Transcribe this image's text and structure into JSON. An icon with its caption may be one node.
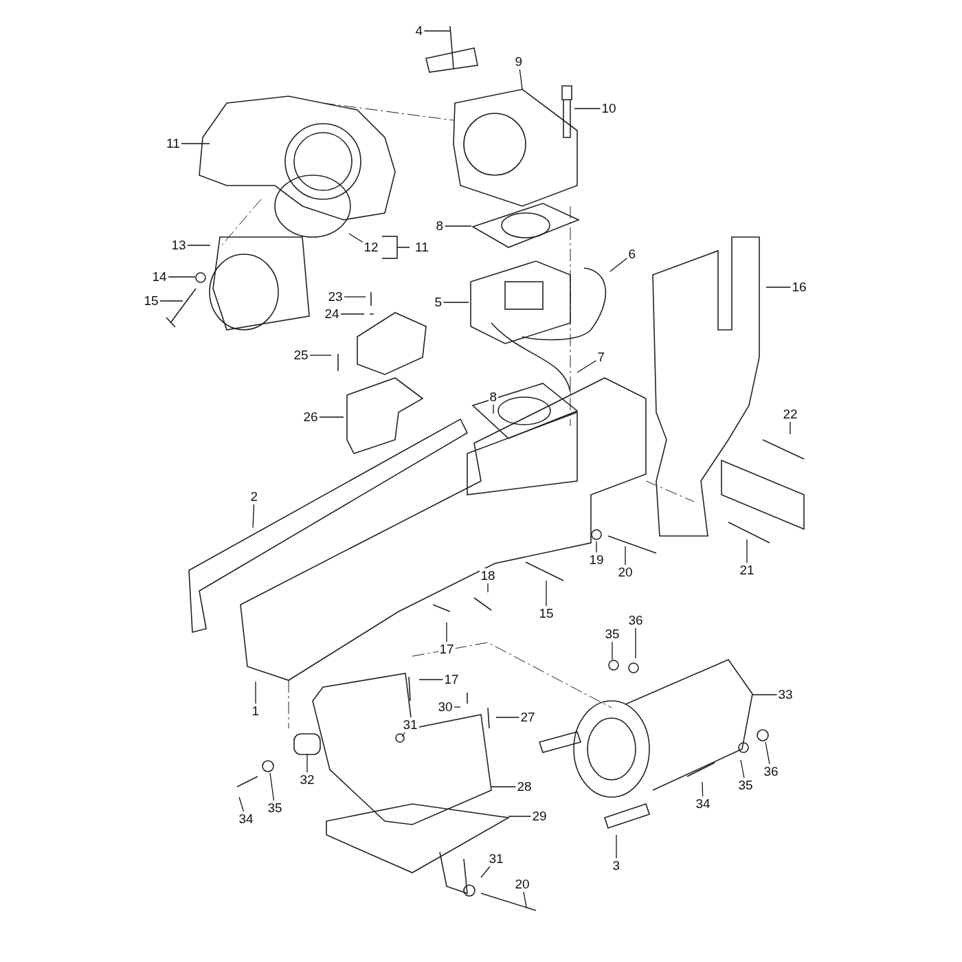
{
  "diagram": {
    "nodes": [
      {
        "text": [
          "4"
        ]
      },
      {
        "text": [
          "9"
        ]
      },
      {
        "text": [
          "10"
        ]
      },
      {
        "text": [
          "11"
        ]
      },
      {
        "text": [
          "8"
        ]
      },
      {
        "text": [
          "13"
        ]
      },
      {
        "text": [
          "12"
        ]
      },
      {
        "text": [
          "6"
        ]
      },
      {
        "text": [
          "14"
        ]
      },
      {
        "text": [
          "16"
        ]
      },
      {
        "text": [
          "23"
        ]
      },
      {
        "text": [
          "15"
        ]
      },
      {
        "text": [
          "5"
        ]
      },
      {
        "text": [
          "24"
        ]
      },
      {
        "text": [
          "25"
        ]
      },
      {
        "text": [
          "7"
        ]
      },
      {
        "text": [
          "8"
        ]
      },
      {
        "text": [
          "22"
        ]
      },
      {
        "text": [
          "26"
        ]
      },
      {
        "text": [
          "2"
        ]
      },
      {
        "text": [
          "19"
        ]
      },
      {
        "text": [
          "21"
        ]
      },
      {
        "text": [
          "20"
        ]
      },
      {
        "text": [
          "18"
        ]
      },
      {
        "text": [
          "15"
        ]
      },
      {
        "text": [
          "36"
        ]
      },
      {
        "text": [
          "35"
        ]
      },
      {
        "text": [
          "17"
        ]
      },
      {
        "text": [
          "17"
        ]
      },
      {
        "text": [
          "33"
        ]
      },
      {
        "text": [
          "30"
        ]
      },
      {
        "text": [
          "1"
        ]
      },
      {
        "text": [
          "27"
        ]
      },
      {
        "text": [
          "31"
        ]
      },
      {
        "text": [
          "32"
        ]
      },
      {
        "text": [
          "28"
        ]
      },
      {
        "text": [
          "36"
        ]
      },
      {
        "text": [
          "35"
        ]
      },
      {
        "text": [
          "35"
        ]
      },
      {
        "text": [
          "34"
        ]
      },
      {
        "text": [
          "34"
        ]
      },
      {
        "text": [
          "29"
        ]
      },
      {
        "text": [
          "31"
        ]
      },
      {
        "text": [
          "3"
        ]
      },
      {
        "text": [
          "20"
        ]
      },
      {
        "text": [
          "11"
        ]
      }
    ],
    "edges": [
      {
        "from": 0,
        "to": null,
        "arrow": "none"
      },
      {
        "from": 1,
        "to": null,
        "arrow": "none"
      },
      {
        "from": 2,
        "to": null,
        "arrow": "none"
      },
      {
        "from": 3,
        "to": null,
        "arrow": "none"
      },
      {
        "from": 4,
        "to": null,
        "arrow": "none"
      },
      {
        "from": 5,
        "to": null,
        "arrow": "none"
      },
      {
        "from": 6,
        "to": null,
        "arrow": "none"
      },
      {
        "from": 7,
        "to": null,
        "arrow": "none"
      },
      {
        "from": 8,
        "to": null,
        "arrow": "none"
      },
      {
        "from": 9,
        "to": null,
        "arrow": "none"
      },
      {
        "from": 10,
        "to": null,
        "arrow": "none"
      },
      {
        "from": 11,
        "to": null,
        "arrow": "none"
      },
      {
        "from": 12,
        "to": null,
        "arrow": "none"
      },
      {
        "from": 13,
        "to": null,
        "arrow": "none"
      },
      {
        "from": 14,
        "to": null,
        "arrow": "none"
      },
      {
        "from": 15,
        "to": null,
        "arrow": "none"
      },
      {
        "from": 16,
        "to": null,
        "arrow": "none"
      },
      {
        "from": 17,
        "to": null,
        "arrow": "none"
      },
      {
        "from": 18,
        "to": null,
        "arrow": "none"
      },
      {
        "from": 19,
        "to": null,
        "arrow": "none"
      },
      {
        "from": 20,
        "to": null,
        "arrow": "none"
      },
      {
        "from": 21,
        "to": null,
        "arrow": "none"
      },
      {
        "from": 22,
        "to": null,
        "arrow": "none"
      },
      {
        "from": 23,
        "to": null,
        "arrow": "none"
      },
      {
        "from": 24,
        "to": null,
        "arrow": "none"
      },
      {
        "from": 25,
        "to": null,
        "arrow": "none"
      },
      {
        "from": 26,
        "to": null,
        "arrow": "none"
      },
      {
        "from": 27,
        "to": null,
        "arrow": "none"
      },
      {
        "from": 28,
        "to": null,
        "arrow": "none"
      },
      {
        "from": 29,
        "to": null,
        "arrow": "none"
      },
      {
        "from": 30,
        "to": null,
        "arrow": "none"
      },
      {
        "from": 31,
        "to": null,
        "arrow": "none"
      },
      {
        "from": 32,
        "to": null,
        "arrow": "none"
      },
      {
        "from": 33,
        "to": null,
        "arrow": "none"
      },
      {
        "from": 34,
        "to": null,
        "arrow": "none"
      },
      {
        "from": 35,
        "to": null,
        "arrow": "none"
      },
      {
        "from": 36,
        "to": null,
        "arrow": "none"
      },
      {
        "from": 37,
        "to": null,
        "arrow": "none"
      },
      {
        "from": 38,
        "to": null,
        "arrow": "none"
      },
      {
        "from": 39,
        "to": null,
        "arrow": "none"
      },
      {
        "from": 40,
        "to": null,
        "arrow": "none"
      },
      {
        "from": 41,
        "to": null,
        "arrow": "none"
      },
      {
        "from": 42,
        "to": null,
        "arrow": "none"
      },
      {
        "from": 43,
        "to": null,
        "arrow": "none"
      },
      {
        "from": 44,
        "to": null,
        "arrow": "none"
      }
    ]
  }
}
